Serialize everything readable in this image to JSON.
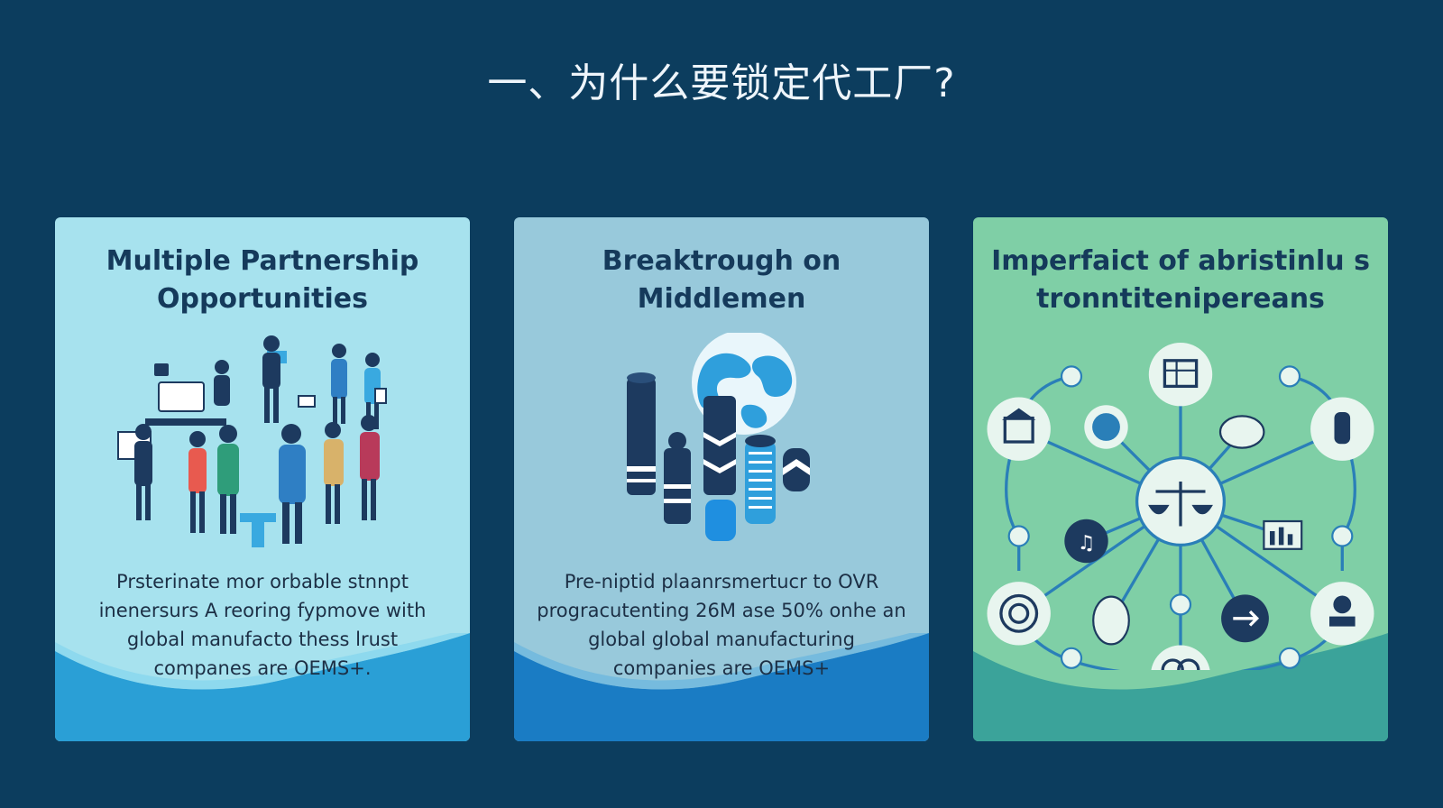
{
  "title": "一、为什么要锁定代工厂?",
  "cards": [
    {
      "title": "Multiple Partnership Opportunities",
      "body": "Prsterinate mor orbable stnnpt inenersurs A reoring fypmove with global manufacto thess lrust companes are OEMS+.",
      "bg": "#a7e2ee",
      "wave": "#2a9fd6"
    },
    {
      "title": "Breaktrough on Middlemen",
      "body": "Pre-niptid plaanrsmertucr to OVR progracutenting 26M ase 50% onhe an global global manufacturing companies are OEMS+",
      "bg": "#98c9db",
      "wave": "#1a7cc4"
    },
    {
      "title": "Imperfaict of abristinlu s tronntitenipereans",
      "body": "",
      "bg": "#7fcfa6",
      "wave": "#3ba39a"
    }
  ],
  "icons": {
    "card1": "people-network-icon",
    "card2": "globe-pillars-icon",
    "card3": "scale-network-icon"
  }
}
